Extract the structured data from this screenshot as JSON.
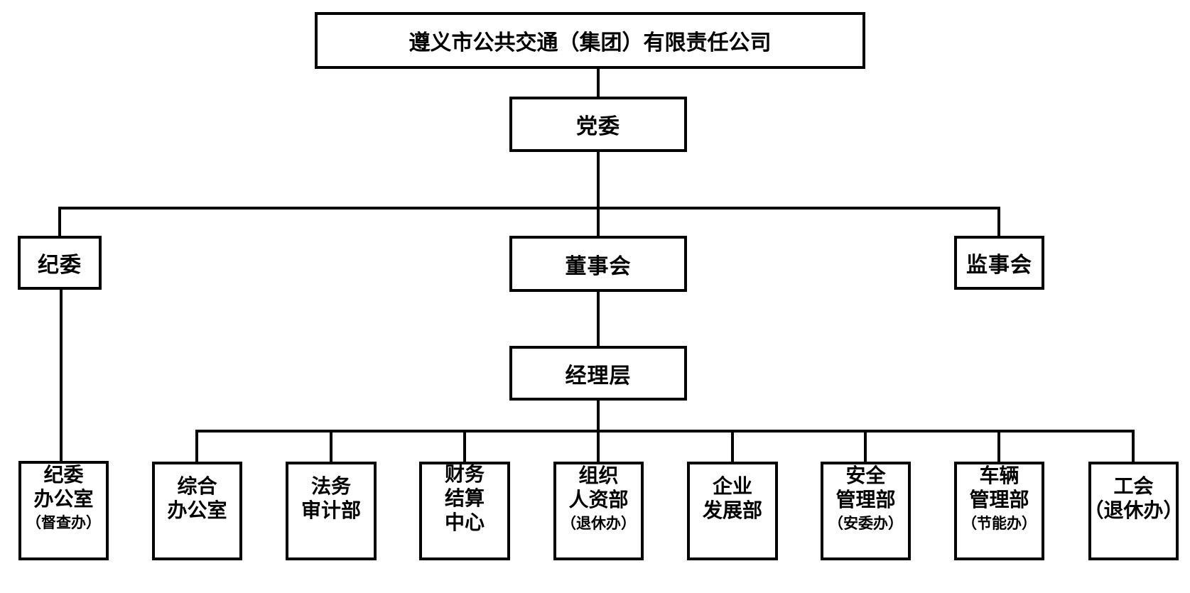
{
  "diagram": {
    "nodes": {
      "company": "遵义市公共交通（集团）有限责任公司",
      "party_committee": "党委",
      "discipline_committee": "纪委",
      "board_of_directors": "董事会",
      "supervisory_board": "监事会",
      "management_team": "经理层"
    },
    "discipline_office": {
      "lines": [
        "纪委",
        "办公室"
      ],
      "sub": "（督查办）"
    },
    "departments": [
      {
        "lines": [
          "综合",
          "办公室"
        ]
      },
      {
        "lines": [
          "法务",
          "审计部"
        ]
      },
      {
        "lines": [
          "财务",
          "结算",
          "中心"
        ]
      },
      {
        "lines": [
          "组织",
          "人资部"
        ],
        "sub": "（退休办）"
      },
      {
        "lines": [
          "企业",
          "发展部"
        ]
      },
      {
        "lines": [
          "安全",
          "管理部"
        ],
        "sub": "（安委办）"
      },
      {
        "lines": [
          "车辆",
          "管理部"
        ],
        "sub": "（节能办）"
      },
      {
        "lines": [
          "工会",
          "（退休办）"
        ]
      }
    ],
    "colors": {
      "background": "#ffffff",
      "line": "#000000",
      "text": "#000000"
    }
  }
}
